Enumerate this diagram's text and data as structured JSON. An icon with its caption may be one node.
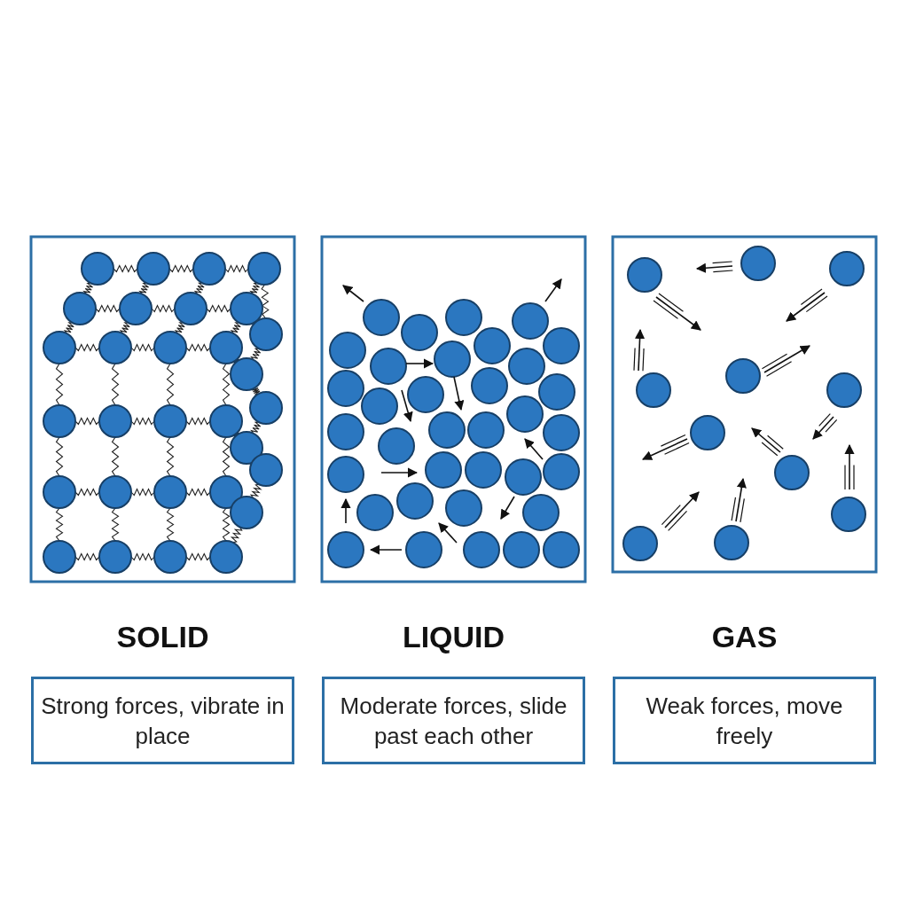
{
  "diagram": {
    "nodes": [
      {
        "text": [
          "SOLID",
          "Strong forces, vibrate in place"
        ]
      },
      {
        "text": [
          "LIQUID",
          "Moderate forces, slide past each other"
        ]
      },
      {
        "text": [
          "GAS",
          "Weak forces, move freely"
        ]
      }
    ]
  }
}
